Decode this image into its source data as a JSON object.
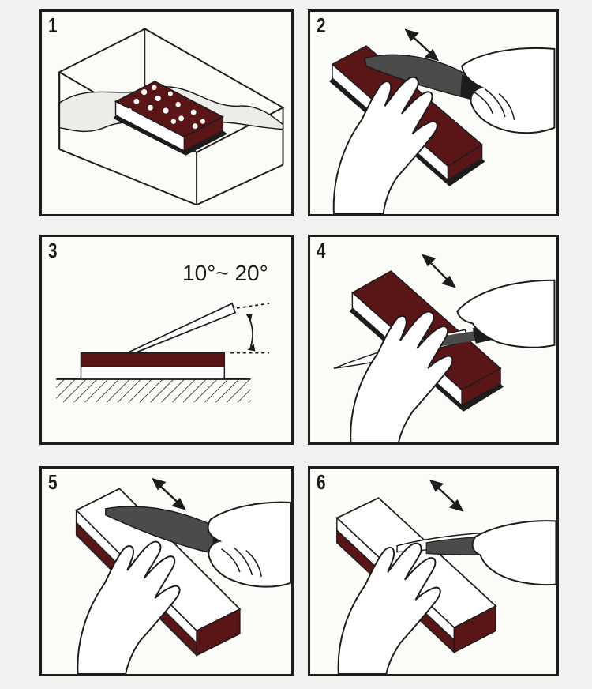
{
  "steps": [
    {
      "number": "1"
    },
    {
      "number": "2"
    },
    {
      "number": "3",
      "angle_label": "10°~ 20°"
    },
    {
      "number": "4"
    },
    {
      "number": "5"
    },
    {
      "number": "6"
    }
  ],
  "colors": {
    "stone_top": "#5a1516",
    "stone_base": "#ffffff",
    "outline": "#1c1c1c",
    "blade": "#4b4b4b",
    "water": "#e9e9e6",
    "panel_bg": "#fbfbf8",
    "page_bg": "#f1f1ef"
  }
}
